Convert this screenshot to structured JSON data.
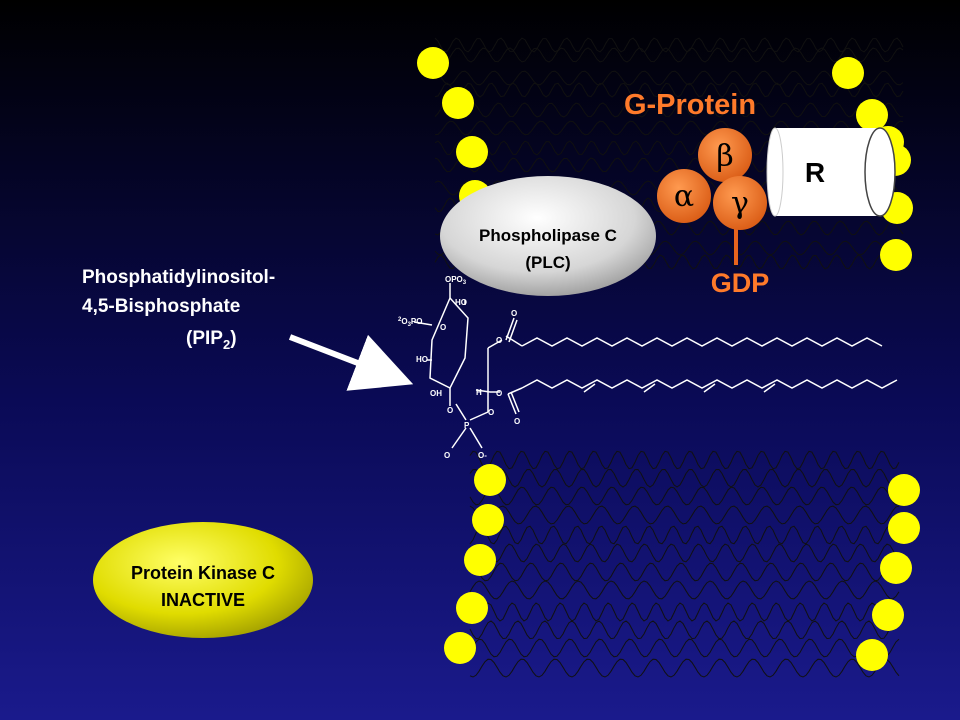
{
  "labels": {
    "g_protein": "G-Protein",
    "beta": "β",
    "alpha": "α",
    "gamma": "γ",
    "gdp": "GDP",
    "receptor": "R",
    "plc_name": "Phospholipase C",
    "plc_abbr": "(PLC)",
    "pip2_line1": "Phosphatidylinositol-",
    "pip2_line2": "4,5-Bisphosphate",
    "pip2_abbr_prefix": "(PIP",
    "pip2_sub": "2",
    "pip2_abbr_suffix": ")",
    "pkc_name": "Protein Kinase C",
    "pkc_state": "INACTIVE"
  },
  "molecule": {
    "opo3": "OPO",
    "opo3_sub": "3",
    "phos2_pre": "2",
    "phos2": "O",
    "phos2_sub": "3",
    "phos2_post": "PO",
    "ho1": "HO",
    "ho2": "HO",
    "oh": "OH",
    "h": "H",
    "o_ring": "O",
    "o_ester1": "O",
    "o_ester2": "O",
    "o_carbonyl1": "O",
    "o_carbonyl2": "O",
    "o_link": "O",
    "p": "P",
    "o_a": "O",
    "o_b": "O",
    "o_minus": "O-"
  },
  "colors": {
    "background_top": "#000000",
    "background_bottom": "#1a1a8c",
    "lipid_head": "#ffff00",
    "g_protein_label": "#ff7a2a",
    "subunit": "#e8641e",
    "plc_fill": "#cfcfcf",
    "pkc_fill": "#c8c400",
    "text_white": "#ffffff",
    "text_black": "#000000"
  }
}
